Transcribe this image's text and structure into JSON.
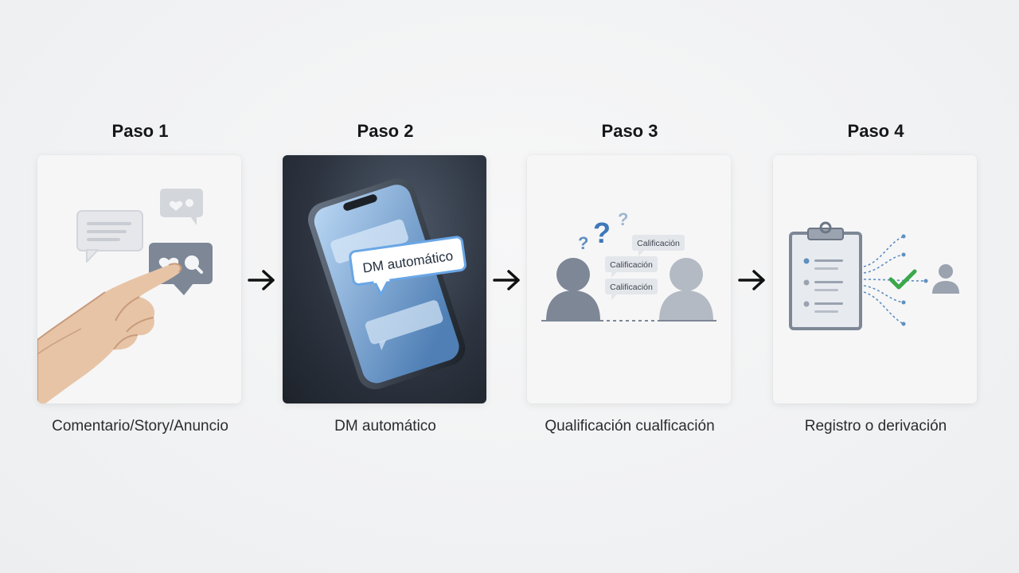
{
  "steps": [
    {
      "title": "Paso 1",
      "caption": "Comentario/Story/Anuncio"
    },
    {
      "title": "Paso 2",
      "caption": "DM automático",
      "bubble": "DM automático"
    },
    {
      "title": "Paso 3",
      "caption": "Qualificación cualficación",
      "tags": [
        "Calificación",
        "Calificación",
        "Calificación"
      ]
    },
    {
      "title": "Paso 4",
      "caption": "Registro o derivación"
    }
  ],
  "colors": {
    "accent_blue": "#5f8fc0",
    "slate": "#7d8796",
    "check_green": "#3aa84a"
  }
}
